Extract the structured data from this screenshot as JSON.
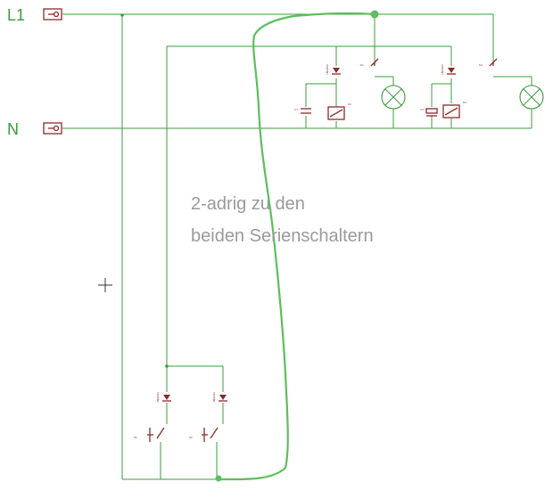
{
  "labels": {
    "l1": "L1",
    "n": "N"
  },
  "note": {
    "line1": "2-adrig zu den",
    "line2": "beiden Serienschaltern"
  },
  "colors": {
    "wire": "#3c9b3c",
    "component": "#8b2a2a",
    "note": "#9a9a9a",
    "background": "#ffffff"
  }
}
